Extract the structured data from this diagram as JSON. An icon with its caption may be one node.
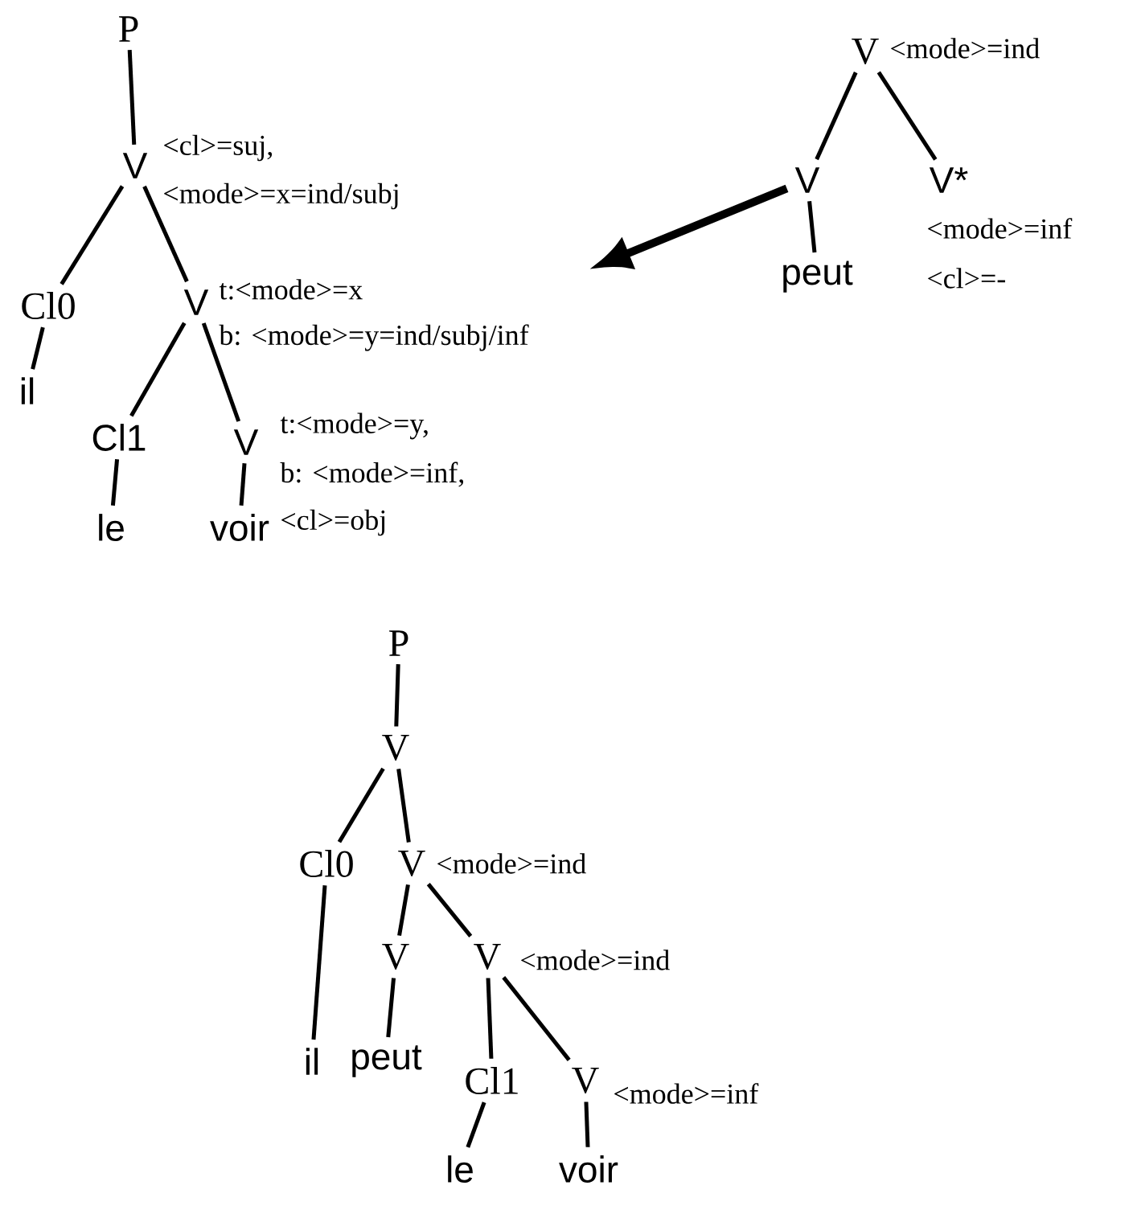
{
  "diagram": {
    "nodes": [
      {
        "text": [
          "P"
        ]
      },
      {
        "text": [
          "V"
        ],
        "beside": [
          "<cl>=suj,",
          "<mode>=x=ind/subj"
        ]
      },
      {
        "text": [
          "Cl0"
        ]
      },
      {
        "text": [
          "il"
        ]
      },
      {
        "text": [
          "V"
        ],
        "beside": [
          "t:<mode>=x",
          "b: <mode>=y=ind/subj/inf"
        ]
      },
      {
        "text": [
          "Cl1"
        ]
      },
      {
        "text": [
          "le"
        ]
      },
      {
        "text": [
          "V"
        ],
        "beside": [
          "t:<mode>=y,",
          "b: <mode>=inf,",
          "<cl>=obj"
        ]
      },
      {
        "text": [
          "voir"
        ]
      },
      {
        "text": [
          "V"
        ],
        "beside": [
          "<mode>=ind"
        ]
      },
      {
        "text": [
          "V"
        ]
      },
      {
        "text": [
          "peut"
        ]
      },
      {
        "text": [
          "V*"
        ],
        "beside": [
          "<mode>=inf",
          "<cl>=-"
        ]
      },
      {
        "text": [
          "P"
        ]
      },
      {
        "text": [
          "V"
        ]
      },
      {
        "text": [
          "Cl0"
        ]
      },
      {
        "text": [
          "V"
        ],
        "beside": [
          "<mode>=ind"
        ]
      },
      {
        "text": [
          "V"
        ]
      },
      {
        "text": [
          "V"
        ],
        "beside": [
          "<mode>=ind"
        ]
      },
      {
        "text": [
          "il"
        ]
      },
      {
        "text": [
          "peut"
        ]
      },
      {
        "text": [
          "Cl1"
        ]
      },
      {
        "text": [
          "V"
        ],
        "beside": [
          "<mode>=inf"
        ]
      },
      {
        "text": [
          "le"
        ]
      },
      {
        "text": [
          "voir"
        ]
      }
    ],
    "edges": [
      {
        "from": 0,
        "to": 1,
        "arrow": "none"
      },
      {
        "from": 1,
        "to": 2,
        "arrow": "none"
      },
      {
        "from": 1,
        "to": 4,
        "arrow": "none"
      },
      {
        "from": 2,
        "to": 3,
        "arrow": "none"
      },
      {
        "from": 4,
        "to": 5,
        "arrow": "none"
      },
      {
        "from": 4,
        "to": 7,
        "arrow": "none"
      },
      {
        "from": 5,
        "to": 6,
        "arrow": "none"
      },
      {
        "from": 7,
        "to": 8,
        "arrow": "none"
      },
      {
        "from": 9,
        "to": 10,
        "arrow": "none"
      },
      {
        "from": 9,
        "to": 12,
        "arrow": "none"
      },
      {
        "from": 10,
        "to": 11,
        "arrow": "none"
      },
      {
        "from": 10,
        "to": null,
        "arrow": "to",
        "style": "thick"
      },
      {
        "from": 13,
        "to": 14,
        "arrow": "none"
      },
      {
        "from": 14,
        "to": 15,
        "arrow": "none"
      },
      {
        "from": 14,
        "to": 16,
        "arrow": "none"
      },
      {
        "from": 15,
        "to": 19,
        "arrow": "none"
      },
      {
        "from": 16,
        "to": 17,
        "arrow": "none"
      },
      {
        "from": 16,
        "to": 18,
        "arrow": "none"
      },
      {
        "from": 17,
        "to": 20,
        "arrow": "none"
      },
      {
        "from": 18,
        "to": 21,
        "arrow": "none"
      },
      {
        "from": 18,
        "to": 22,
        "arrow": "none"
      },
      {
        "from": 21,
        "to": 23,
        "arrow": "none"
      },
      {
        "from": 22,
        "to": 24,
        "arrow": "none"
      }
    ]
  }
}
